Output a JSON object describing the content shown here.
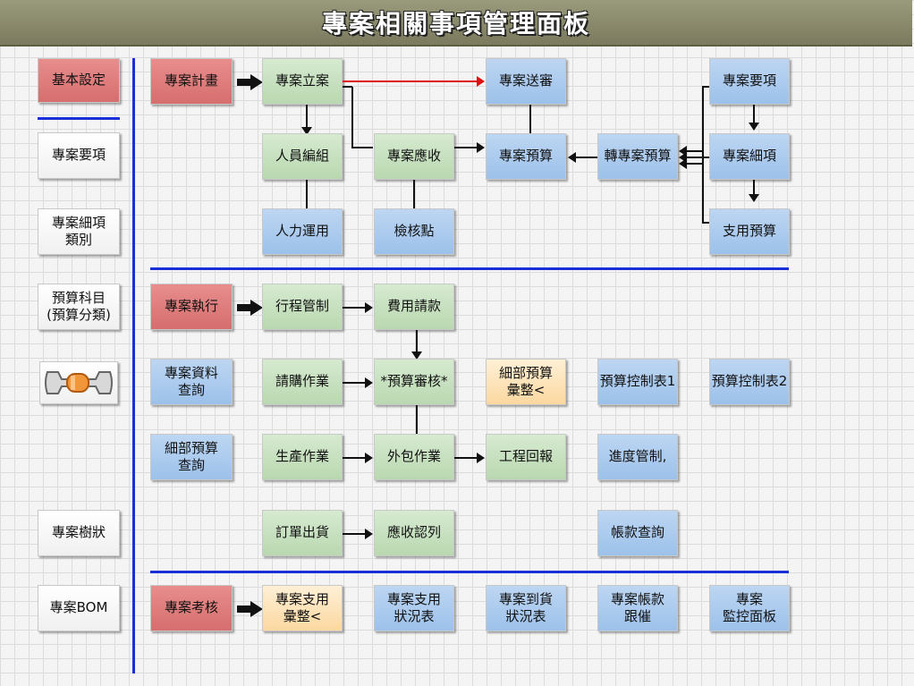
{
  "title": "專案相關事項管理面板",
  "colors": {
    "title_bar": "#8a896c",
    "red": "#e07b7b",
    "green": "#c8e0c0",
    "blue": "#a8c8ec",
    "orange": "#fde3b6",
    "divider": "#1a2fd6",
    "red_arrow": "#e01010"
  },
  "sidebar": {
    "basic_settings": "基本設定",
    "project_items": "專案要項",
    "project_detail_category": "專案細項\n類別",
    "budget_subject": "預算科目\n(預算分類)",
    "tool_icon": "wrench-icon",
    "project_tree": "專案樹狀",
    "project_bom": "專案BOM"
  },
  "planning": {
    "plan": "專案計畫",
    "setup": "專案立案",
    "submit": "專案送審",
    "project_items": "專案要項",
    "staffing": "人員編組",
    "receivable": "專案應收",
    "budget": "專案預算",
    "transfer_budget": "轉專案預算",
    "project_detail": "專案細項",
    "manpower": "人力運用",
    "checkpoint": "檢核點",
    "expense_budget": "支用預算"
  },
  "execution": {
    "execute": "專案執行",
    "schedule_control": "行程管制",
    "expense_request": "費用請款",
    "project_data_query": "專案資料\n查詢",
    "purchase_request": "請購作業",
    "budget_review": "*預算審核*",
    "detail_budget_summary": "細部預算\n彙整<",
    "budget_control_1": "預算控制表1",
    "budget_control_2": "預算控制表2",
    "detail_budget_query": "細部預算\n查詢",
    "production": "生產作業",
    "outsourcing": "外包作業",
    "engineering_report": "工程回報",
    "progress_control": "進度管制,",
    "order_shipping": "訂單出貨",
    "receivable_list": "應收認列",
    "account_query": "帳款查詢"
  },
  "assessment": {
    "assess": "專案考核",
    "expense_summary": "專案支用\n彙整<",
    "expense_status": "專案支用\n狀況表",
    "arrival_status": "專案到貨\n狀況表",
    "account_followup": "專案帳款\n跟催",
    "monitor_panel": "專案\n監控面板"
  }
}
